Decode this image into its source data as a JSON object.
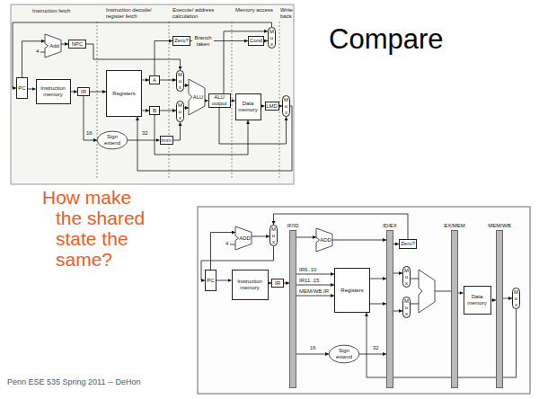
{
  "diagram": {
    "title": "Compare",
    "nodes": [
      {
        "text": [
          "Add"
        ]
      },
      {
        "text": [
          "NPC"
        ]
      },
      {
        "text": [
          "PC"
        ]
      },
      {
        "text": [
          "Instruction memory"
        ]
      },
      {
        "text": [
          "IR"
        ]
      },
      {
        "text": [
          "Registers"
        ]
      },
      {
        "text": [
          "A"
        ]
      },
      {
        "text": [
          "B"
        ]
      },
      {
        "text": [
          "Sign extend"
        ]
      },
      {
        "text": [
          "Imm"
        ]
      },
      {
        "text": [
          "Zero?"
        ]
      },
      {
        "text": [
          "Cond"
        ]
      },
      {
        "text": [
          "M u x"
        ]
      },
      {
        "text": [
          "M u x"
        ]
      },
      {
        "text": [
          "M u x"
        ]
      },
      {
        "text": [
          "ALU"
        ]
      },
      {
        "text": [
          "ALU output"
        ]
      },
      {
        "text": [
          "Data memory"
        ]
      },
      {
        "text": [
          "LMD"
        ]
      },
      {
        "text": [
          "M u x"
        ]
      },
      {
        "text": [
          "IF/ID"
        ]
      },
      {
        "text": [
          "ID/EX"
        ]
      },
      {
        "text": [
          "EX/MEM"
        ]
      },
      {
        "text": [
          "MEM/WB"
        ]
      },
      {
        "text": [
          "M u x"
        ]
      },
      {
        "text": [
          "ADD"
        ]
      },
      {
        "text": [
          "ADD"
        ]
      },
      {
        "text": [
          "Zero?"
        ]
      },
      {
        "text": [
          "PC"
        ]
      },
      {
        "text": [
          "Instruction memory"
        ]
      },
      {
        "text": [
          "IR"
        ]
      },
      {
        "text": [
          "Registers"
        ]
      },
      {
        "text": [
          "M u x"
        ]
      },
      {
        "text": [
          "M u x"
        ]
      },
      {
        "text": [
          "Data memory"
        ]
      },
      {
        "text": [
          "M u x"
        ]
      },
      {
        "text": [
          "Sign extend"
        ]
      }
    ],
    "edges": [
      {
        "from": 2,
        "to": 3,
        "arrow": "to"
      },
      {
        "from": 2,
        "to": 0,
        "arrow": "to"
      },
      {
        "from": 0,
        "to": 1,
        "arrow": "to"
      },
      {
        "from": 3,
        "to": 4,
        "arrow": "to"
      },
      {
        "from": 4,
        "to": 5,
        "arrow": "to"
      },
      {
        "from": 4,
        "to": 8,
        "arrow": "to"
      },
      {
        "from": 5,
        "to": 6,
        "arrow": "to"
      },
      {
        "from": 5,
        "to": 7,
        "arrow": "to"
      },
      {
        "from": 8,
        "to": 9,
        "arrow": "to"
      },
      {
        "from": 6,
        "to": 13,
        "arrow": "to"
      },
      {
        "from": 7,
        "to": 14,
        "arrow": "to"
      },
      {
        "from": 9,
        "to": 14,
        "arrow": "to"
      },
      {
        "from": 1,
        "to": 13,
        "arrow": "to"
      },
      {
        "from": 6,
        "to": 10,
        "arrow": "to"
      },
      {
        "from": 13,
        "to": 15,
        "arrow": "to"
      },
      {
        "from": 14,
        "to": 15,
        "arrow": "to"
      },
      {
        "from": 15,
        "to": 16,
        "arrow": "to"
      },
      {
        "from": 10,
        "to": 11,
        "label": "Branch taken",
        "arrow": "to"
      },
      {
        "from": 11,
        "to": 12,
        "arrow": "to"
      },
      {
        "from": 16,
        "to": 17,
        "arrow": "to"
      },
      {
        "from": 16,
        "to": 12,
        "arrow": "to"
      },
      {
        "from": 16,
        "to": 19,
        "arrow": "to"
      },
      {
        "from": 7,
        "to": 17,
        "arrow": "to"
      },
      {
        "from": 17,
        "to": 18,
        "arrow": "to"
      },
      {
        "from": 18,
        "to": 19,
        "arrow": "to"
      },
      {
        "from": 12,
        "to": 2,
        "arrow": "to"
      },
      {
        "from": 19,
        "to": 5,
        "arrow": "to"
      },
      {
        "from": 28,
        "to": 29,
        "arrow": "to"
      },
      {
        "from": 29,
        "to": 30,
        "arrow": "to"
      },
      {
        "from": 30,
        "to": 20,
        "arrow": "to"
      },
      {
        "from": 28,
        "to": 25,
        "arrow": "to"
      },
      {
        "from": 25,
        "to": 24,
        "arrow": "to"
      },
      {
        "from": 24,
        "to": 28,
        "arrow": "to"
      },
      {
        "from": 20,
        "to": 26,
        "arrow": "to"
      },
      {
        "from": 26,
        "to": 21,
        "arrow": "to"
      },
      {
        "from": 21,
        "to": 27,
        "arrow": "to"
      },
      {
        "from": 27,
        "to": 24,
        "arrow": "to"
      },
      {
        "from": 20,
        "to": 31,
        "label": "IR6..10",
        "arrow": "to"
      },
      {
        "from": 20,
        "to": 31,
        "label": "IR11..15",
        "arrow": "to"
      },
      {
        "from": 20,
        "to": 31,
        "label": "MEM/WB.IR",
        "arrow": "to"
      },
      {
        "from": 31,
        "to": 21,
        "arrow": "to"
      },
      {
        "from": 31,
        "to": 21,
        "arrow": "to"
      },
      {
        "from": 20,
        "to": 36,
        "arrow": "to"
      },
      {
        "from": 36,
        "to": 21,
        "arrow": "to"
      },
      {
        "from": 21,
        "to": 32,
        "arrow": "to"
      },
      {
        "from": 21,
        "to": 33,
        "arrow": "to"
      },
      {
        "from": 22,
        "to": 34,
        "arrow": "to"
      },
      {
        "from": 34,
        "to": 23,
        "arrow": "to"
      },
      {
        "from": 23,
        "to": 35,
        "arrow": "to"
      },
      {
        "from": 35,
        "to": 31,
        "arrow": "to"
      }
    ],
    "labels": [
      "Instruction fetch",
      "Instruction decode/ register fetch",
      "Execute/ address calculation",
      "Memory access",
      "Write back",
      "4",
      "16",
      "32",
      "4",
      "16",
      "32",
      "How make the shared state the same?",
      "Penn ESE 535 Spring 2011 -- DeHon"
    ]
  }
}
